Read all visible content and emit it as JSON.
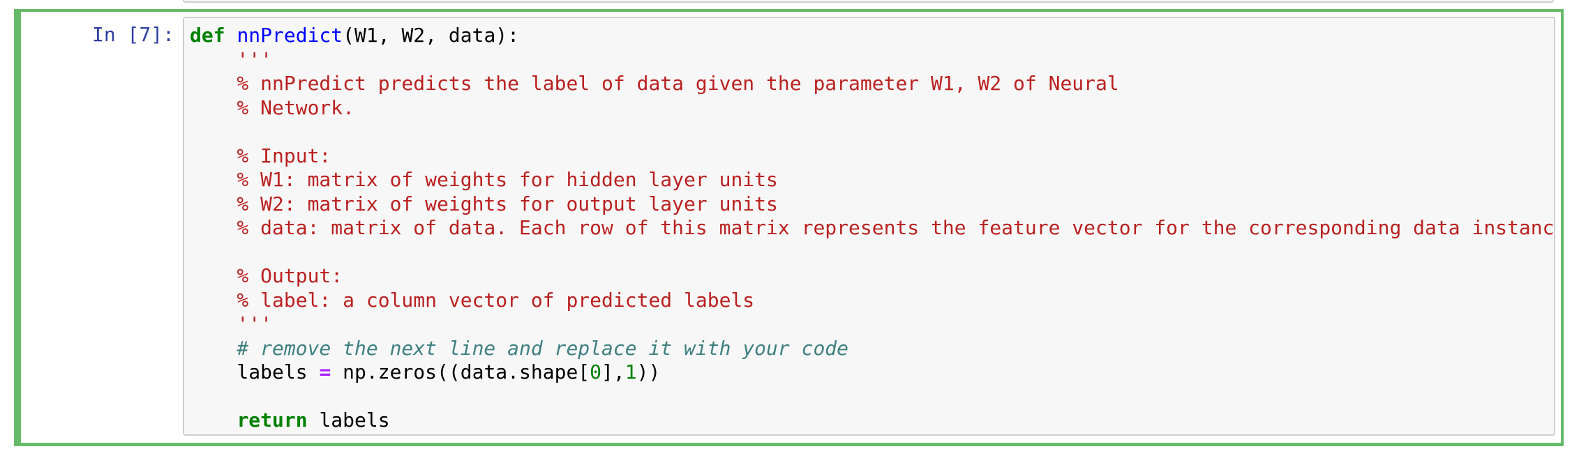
{
  "colors": {
    "cell_selected_border": "#66BB6A",
    "prompt_text": "#303F9F",
    "input_background": "#F7F7F7",
    "input_border": "#CFCFCF",
    "syntax_keyword": "#008000",
    "syntax_function_def": "#0000FF",
    "syntax_string": "#BA2121",
    "syntax_comment": "#408080",
    "syntax_operator": "#AA22FF",
    "syntax_number": "#008000",
    "syntax_plain": "#000000"
  },
  "cell": {
    "prompt": "In [7]:",
    "execution_count": "7",
    "code_lines": [
      {
        "tokens": [
          {
            "t": "def",
            "s": "kw"
          },
          {
            "t": " ",
            "s": "pl"
          },
          {
            "t": "nnPredict",
            "s": "def"
          },
          {
            "t": "(W1, W2, data):",
            "s": "pl"
          }
        ]
      },
      {
        "tokens": [
          {
            "t": "    '''",
            "s": "str"
          }
        ]
      },
      {
        "tokens": [
          {
            "t": "    % nnPredict predicts the label of data given the parameter W1, W2 of Neural",
            "s": "str"
          }
        ]
      },
      {
        "tokens": [
          {
            "t": "    % Network.",
            "s": "str"
          }
        ]
      },
      {
        "tokens": []
      },
      {
        "tokens": [
          {
            "t": "    % Input:",
            "s": "str"
          }
        ]
      },
      {
        "tokens": [
          {
            "t": "    % W1: matrix of weights for hidden layer units",
            "s": "str"
          }
        ]
      },
      {
        "tokens": [
          {
            "t": "    % W2: matrix of weights for output layer units",
            "s": "str"
          }
        ]
      },
      {
        "tokens": [
          {
            "t": "    % data: matrix of data. Each row of this matrix represents the feature vector for the corresponding data instance",
            "s": "str"
          }
        ]
      },
      {
        "tokens": []
      },
      {
        "tokens": [
          {
            "t": "    % Output:",
            "s": "str"
          }
        ]
      },
      {
        "tokens": [
          {
            "t": "    % label: a column vector of predicted labels",
            "s": "str"
          }
        ]
      },
      {
        "tokens": [
          {
            "t": "    '''",
            "s": "str"
          }
        ]
      },
      {
        "tokens": [
          {
            "t": "    # remove the next line and replace it with your code",
            "s": "com"
          }
        ]
      },
      {
        "tokens": [
          {
            "t": "    labels ",
            "s": "pl"
          },
          {
            "t": "=",
            "s": "op"
          },
          {
            "t": " np.zeros((data.shape[",
            "s": "pl"
          },
          {
            "t": "0",
            "s": "num"
          },
          {
            "t": "],",
            "s": "pl"
          },
          {
            "t": "1",
            "s": "num"
          },
          {
            "t": "))",
            "s": "pl"
          }
        ]
      },
      {
        "tokens": []
      },
      {
        "tokens": [
          {
            "t": "    ",
            "s": "pl"
          },
          {
            "t": "return",
            "s": "kw"
          },
          {
            "t": " labels",
            "s": "pl"
          }
        ]
      }
    ]
  }
}
